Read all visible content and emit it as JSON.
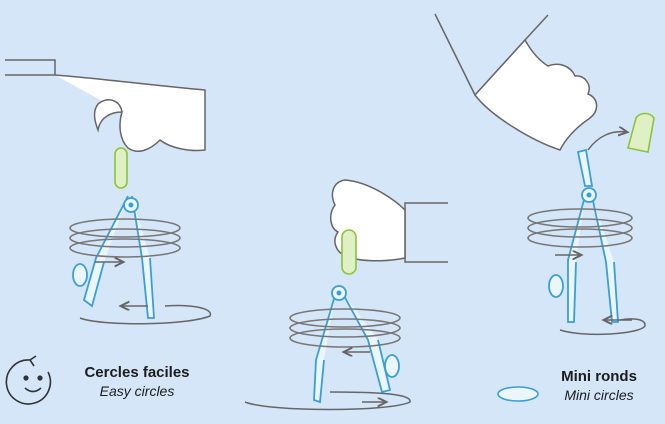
{
  "features": [
    {
      "title": "Cercles faciles",
      "subtitle": "Easy circles",
      "icon": "smiley-circle-icon"
    },
    {
      "title": "Mini ronds",
      "subtitle": "Mini circles",
      "icon": "small-ellipse-icon"
    }
  ],
  "colors": {
    "background": "#d5e6f8",
    "compass_blue": "#3a9fd4",
    "grip_green": "#8cc43e",
    "line_gray": "#6a6a6a"
  }
}
